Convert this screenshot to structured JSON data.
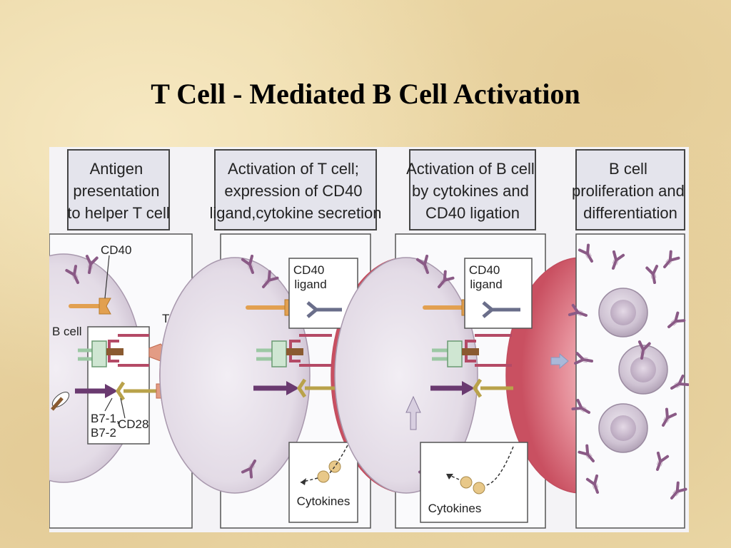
{
  "slide": {
    "title": "T Cell - Mediated B Cell Activation"
  },
  "diagram": {
    "panels": [
      {
        "header_lines": [
          "Antigen",
          "presentation",
          "to helper T cell"
        ]
      },
      {
        "header_lines": [
          "Activation of T cell;",
          "expression of CD40",
          "ligand,cytokine secretion"
        ]
      },
      {
        "header_lines": [
          "Activation of B cell",
          "by cytokines and",
          "CD40 ligation"
        ]
      },
      {
        "header_lines": [
          "B cell",
          "proliferation and",
          "differentiation"
        ]
      }
    ],
    "labels": {
      "cd40": "CD40",
      "b_cell": "B cell",
      "t_cell": "T cell",
      "b7_1": "B7-1,",
      "b7_2": "B7-2",
      "cd28": "CD28",
      "cd40_ligand_1": "CD40",
      "cd40_ligand_2": "ligand",
      "cytokines": "Cytokines"
    },
    "colors": {
      "background": "#ecd9a8",
      "b_cell": "#ddd4e0",
      "t_cell": "#d86c7c",
      "receptor": "#8a5a86",
      "arrow": "#aab8d8"
    }
  }
}
